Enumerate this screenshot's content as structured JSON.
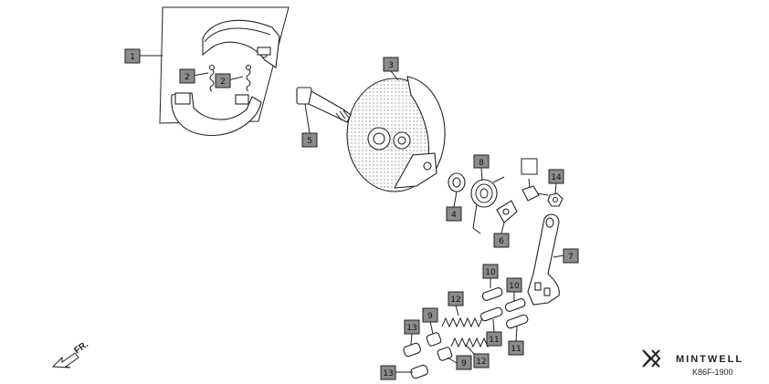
{
  "callouts": {
    "c1": "1",
    "c2a": "2",
    "c2b": "2",
    "c3": "3",
    "c4": "4",
    "c5": "5",
    "c6": "6",
    "c7": "7",
    "c8": "8",
    "c9a": "9",
    "c9b": "9",
    "c10a": "10",
    "c10b": "10",
    "c11a": "11",
    "c11b": "11",
    "c12a": "12",
    "c12b": "12",
    "c13a": "13",
    "c13b": "13",
    "c14": "14",
    "c_blank": ""
  },
  "direction_label": "FR.",
  "brand": "MINTWELL",
  "diagram_code": "K86F-1900",
  "colors": {
    "callout_fill": "#8c8c8c",
    "blank_fill": "#ffffff",
    "line": "#222222"
  }
}
